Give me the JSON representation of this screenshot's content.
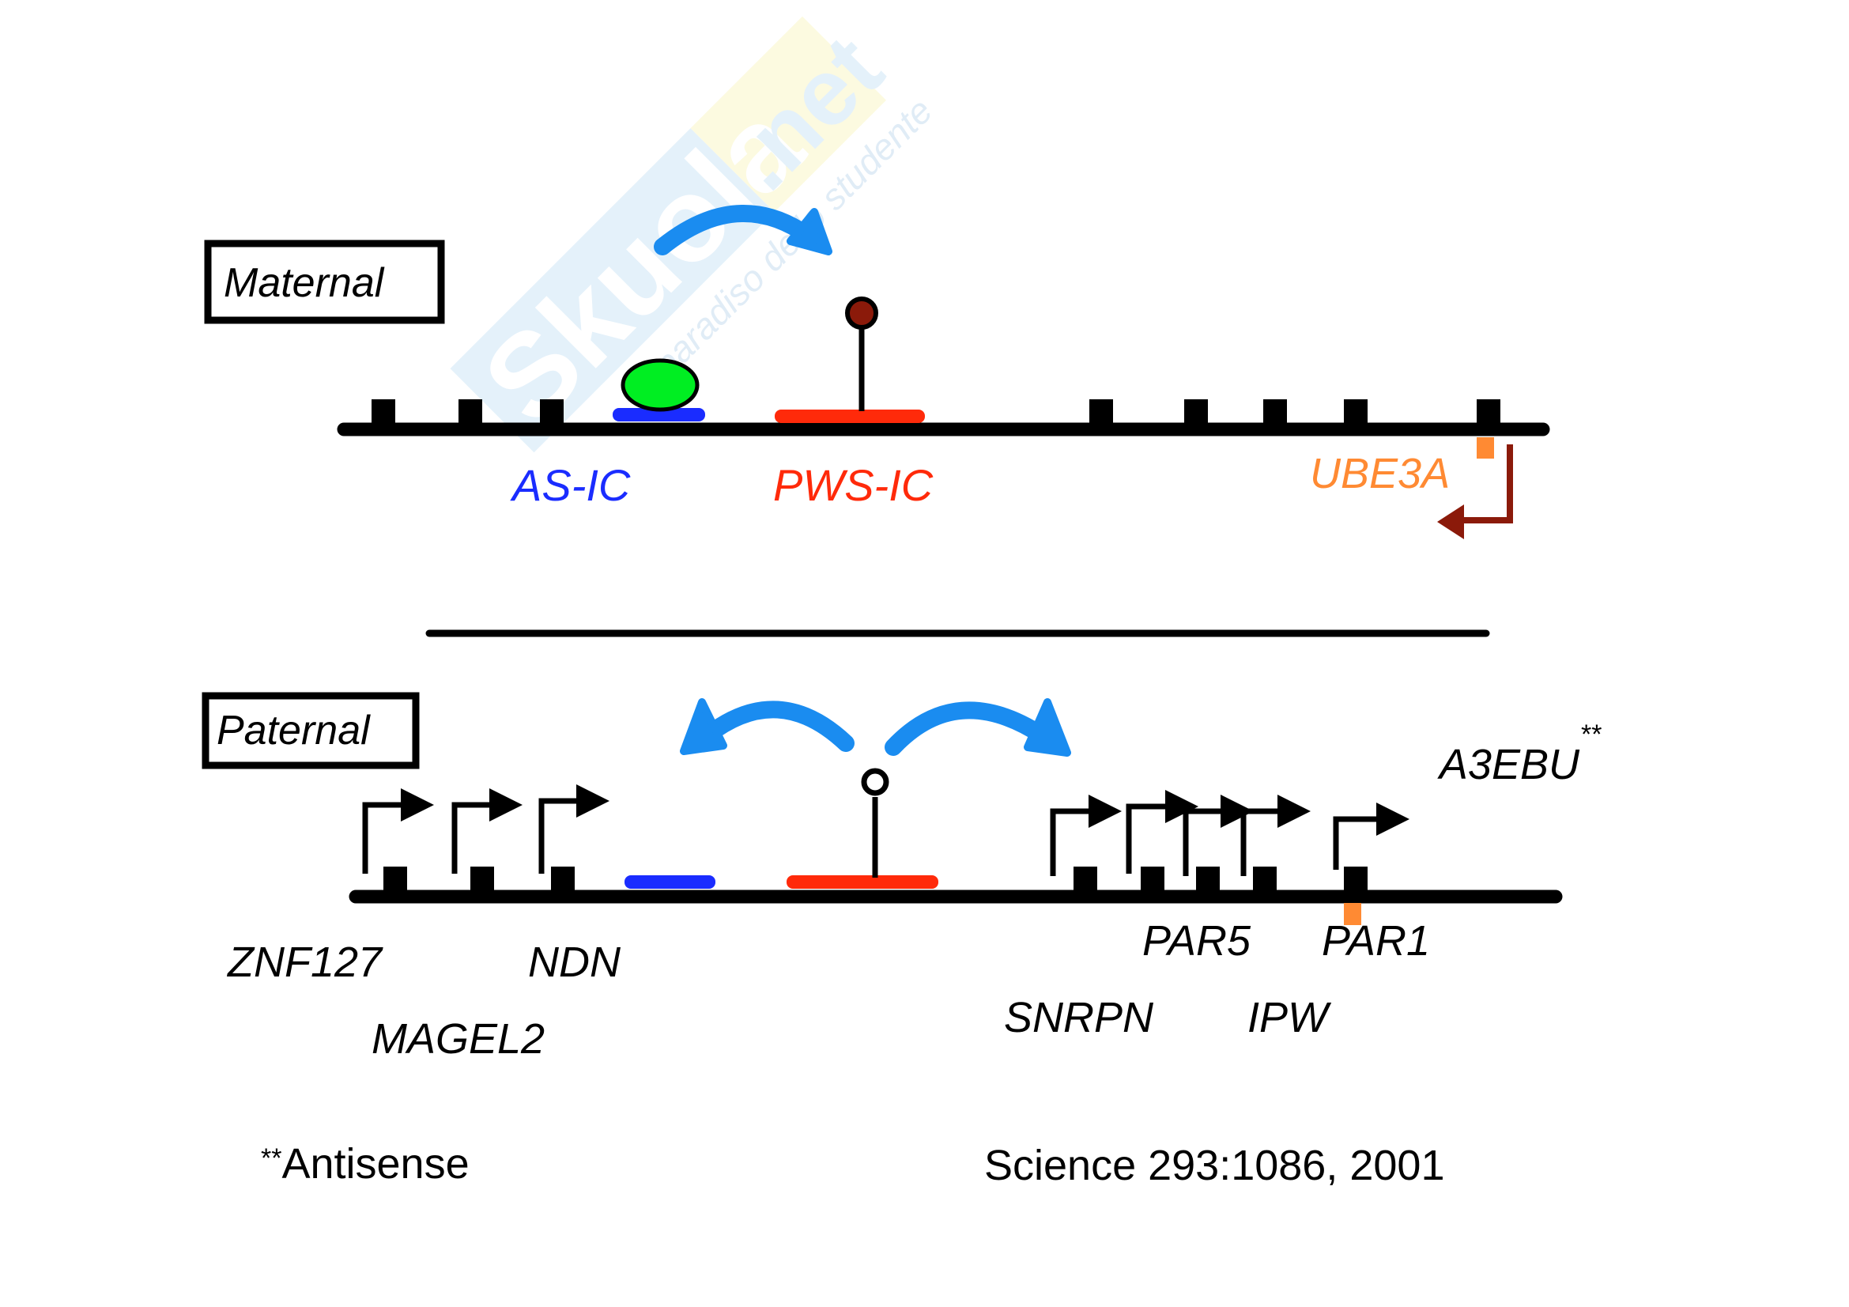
{
  "watermark": {
    "brand": "Skuola",
    "suffix": ".net",
    "tagline": "Il paradiso dello studente"
  },
  "maternal": {
    "label": "Maternal",
    "regions": {
      "as_ic": {
        "label": "AS-IC",
        "color": "#1a2cff"
      },
      "pws_ic": {
        "label": "PWS-IC",
        "color": "#ff2a0a"
      }
    },
    "ube3a": {
      "label": "UBE3A",
      "color": "#ff8a33",
      "arrow_color": "#8b1a0a",
      "direction": "leftward (active)"
    },
    "methylation": "methylated (filled)",
    "bound_protein_color": "#00ee22",
    "arrow_color": "#1a8cf0"
  },
  "paternal": {
    "label": "Paternal",
    "genes_top_row": [
      "PAR5",
      "PAR1"
    ],
    "genes_left_top": [
      "ZNF127",
      "NDN"
    ],
    "genes_left_bottom": [
      "MAGEL2"
    ],
    "genes_right_bottom": [
      "SNRPN",
      "IPW"
    ],
    "antisense_gene": "A3EBU",
    "antisense_mark": "**",
    "methylation": "unmethylated (open)",
    "ube3a_color": "#ff8a33"
  },
  "footnote": {
    "antisense_mark": "**",
    "antisense_text": "Antisense",
    "citation": "Science 293:1086, 2001"
  }
}
